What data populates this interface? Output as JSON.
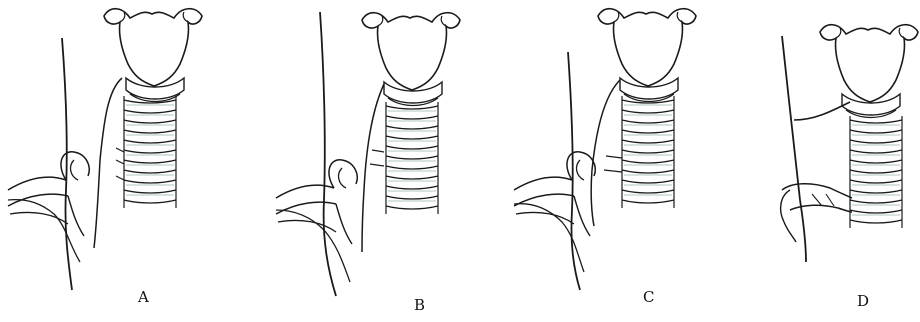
{
  "figure": {
    "panels": [
      {
        "id": "A",
        "label": "A"
      },
      {
        "id": "B",
        "label": "B"
      },
      {
        "id": "C",
        "label": "C"
      },
      {
        "id": "D",
        "label": "D"
      }
    ]
  },
  "colors": {
    "ink": "#1a1a1a",
    "ring_stripes": "#7a9e9e",
    "background": "#ffffff"
  },
  "icons": {
    "larynx": "thyroid-cartilage-drawing",
    "trachea": "tracheal-rings-drawing",
    "nerve": "laryngeal-nerve-line",
    "artery": "subclavian-artery-loop"
  }
}
